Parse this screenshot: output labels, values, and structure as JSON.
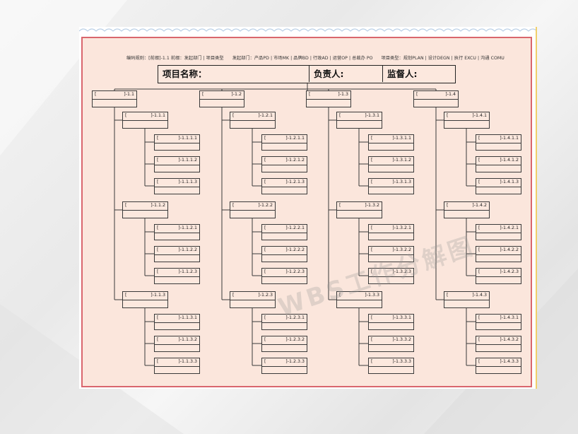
{
  "rules": {
    "code_rule": "编码规则：[前缀]-1.1   前缀：发起部门 | 项目类型",
    "departments": "发起部门：产品PD | 市场MK | 品牌BD | 行政AD | 运营OP | 总裁办 PO",
    "project_types": "项目类型：规划PLAN | 设计DEGN | 执行 EXCU | 沟通 COMU"
  },
  "header": {
    "project_name_label": "项目名称：",
    "owner_label": "负责人:",
    "supervisor_label": "监督人:"
  },
  "watermark": "WBS工作分解图",
  "node_prefix": "[",
  "branches": [
    {
      "code": "]-1.1",
      "groups": [
        {
          "code": "]-1.1.1",
          "items": [
            "]-1.1.1.1",
            "]-1.1.1.2",
            "]-1.1.1.3"
          ]
        },
        {
          "code": "]-1.1.2",
          "items": [
            "]-1.1.2.1",
            "]-1.1.2.2",
            "]-1.1.2.3"
          ]
        },
        {
          "code": "]-1.1.3",
          "items": [
            "]-1.1.3.1",
            "]-1.1.3.2",
            "]-1.1.3.3"
          ]
        }
      ]
    },
    {
      "code": "]-1.2",
      "groups": [
        {
          "code": "]-1.2.1",
          "items": [
            "]-1.2.1.1",
            "]-1.2.1.2",
            "]-1.2.1.3"
          ]
        },
        {
          "code": "]-1.2.2",
          "items": [
            "]-1.2.2.1",
            "]-1.2.2.2",
            "]-1.2.2.3"
          ]
        },
        {
          "code": "]-1.2.3",
          "items": [
            "]-1.2.3.1",
            "]-1.2.3.2",
            "]-1.2.3.3"
          ]
        }
      ]
    },
    {
      "code": "]-1.3",
      "groups": [
        {
          "code": "]-1.3.1",
          "items": [
            "]-1.3.1.1",
            "]-1.3.1.2",
            "]-1.3.1.3"
          ]
        },
        {
          "code": "]-1.3.2",
          "items": [
            "]-1.3.2.1",
            "]-1.3.2.2",
            "]-1.3.2.3"
          ]
        },
        {
          "code": "]-1.3.3",
          "items": [
            "]-1.3.3.1",
            "]-1.3.3.2",
            "]-1.3.3.3"
          ]
        }
      ]
    },
    {
      "code": "]-1.4",
      "groups": [
        {
          "code": "]-1.4.1",
          "items": [
            "]-1.4.1.1",
            "]-1.4.1.2",
            "]-1.4.1.3"
          ]
        },
        {
          "code": "]-1.4.2",
          "items": [
            "]-1.4.2.1",
            "]-1.4.2.2",
            "]-1.4.2.3"
          ]
        },
        {
          "code": "]-1.4.3",
          "items": [
            "]-1.4.3.1",
            "]-1.4.3.2",
            "]-1.4.3.3"
          ]
        }
      ]
    }
  ],
  "colors": {
    "frame_border": "#d9666d",
    "node_fill": "#fce8de",
    "paper_fill": "#fbe6dc",
    "line": "#3a3a3a"
  }
}
